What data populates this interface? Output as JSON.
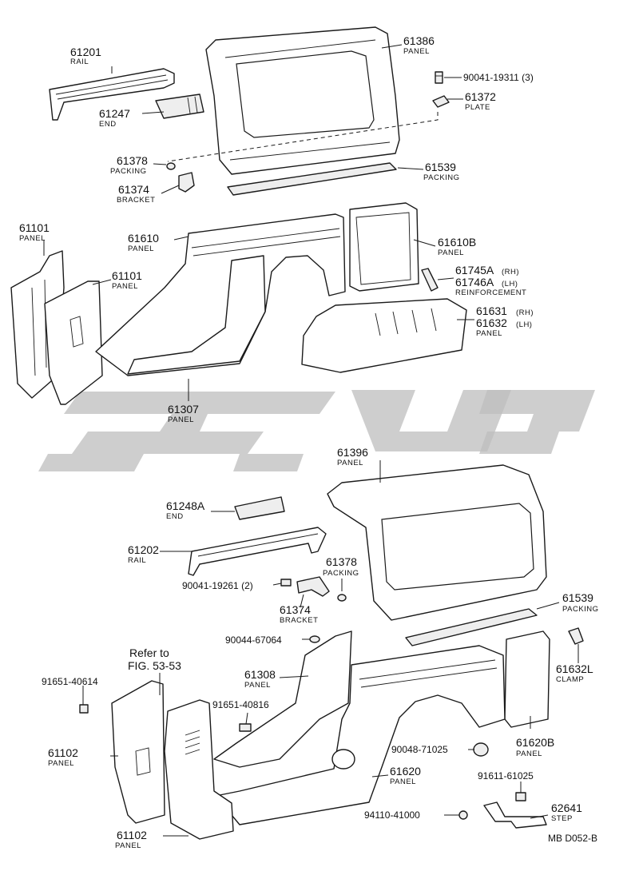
{
  "diagram_code": "MB D052-B",
  "reference_note": {
    "line1": "Refer to",
    "line2": "FIG. 53-53"
  },
  "parts": {
    "p61201": {
      "number": "61201",
      "name": "RAIL"
    },
    "p61247": {
      "number": "61247",
      "name": "END"
    },
    "p61386": {
      "number": "61386",
      "name": "PANEL"
    },
    "p90041_19311": {
      "number": "90041-19311 (3)"
    },
    "p61372": {
      "number": "61372",
      "name": "PLATE"
    },
    "p61378a": {
      "number": "61378",
      "name": "PACKING"
    },
    "p61374a": {
      "number": "61374",
      "name": "BRACKET"
    },
    "p61539a": {
      "number": "61539",
      "name": "PACKING"
    },
    "p61101a": {
      "number": "61101",
      "name": "PANEL"
    },
    "p61101b": {
      "number": "61101",
      "name": "PANEL"
    },
    "p61610": {
      "number": "61610",
      "name": "PANEL"
    },
    "p61610B": {
      "number": "61610B",
      "name": "PANEL"
    },
    "p61745": {
      "number": "61745A",
      "suffix": "(RH)"
    },
    "p61746": {
      "number": "61746A",
      "suffix": "(LH)",
      "name": "REINFORCEMENT"
    },
    "p61631": {
      "number": "61631",
      "suffix": "(RH)"
    },
    "p61632": {
      "number": "61632",
      "suffix": "(LH)",
      "name": "PANEL"
    },
    "p61307": {
      "number": "61307",
      "name": "PANEL"
    },
    "p61396": {
      "number": "61396",
      "name": "PANEL"
    },
    "p61248A": {
      "number": "61248A",
      "name": "END"
    },
    "p61202": {
      "number": "61202",
      "name": "RAIL"
    },
    "p61378b": {
      "number": "61378",
      "name": "PACKING"
    },
    "p90041_19261": {
      "number": "90041-19261 (2)"
    },
    "p61374b": {
      "number": "61374",
      "name": "BRACKET"
    },
    "p61539b": {
      "number": "61539",
      "name": "PACKING"
    },
    "p90044_67064": {
      "number": "90044-67064"
    },
    "p61632L": {
      "number": "61632L",
      "name": "CLAMP"
    },
    "p91651_40614": {
      "number": "91651-40614"
    },
    "p61308": {
      "number": "61308",
      "name": "PANEL"
    },
    "p91651_40816": {
      "number": "91651-40816"
    },
    "p61620B": {
      "number": "61620B",
      "name": "PANEL"
    },
    "p90048_71025": {
      "number": "90048-71025"
    },
    "p61102a": {
      "number": "61102",
      "name": "PANEL"
    },
    "p61620": {
      "number": "61620",
      "name": "PANEL"
    },
    "p91611_61025": {
      "number": "91611-61025"
    },
    "p94110_41000": {
      "number": "94110-41000"
    },
    "p62641": {
      "number": "62641",
      "name": "STEP"
    },
    "p61102b": {
      "number": "61102",
      "name": "PANEL"
    }
  }
}
